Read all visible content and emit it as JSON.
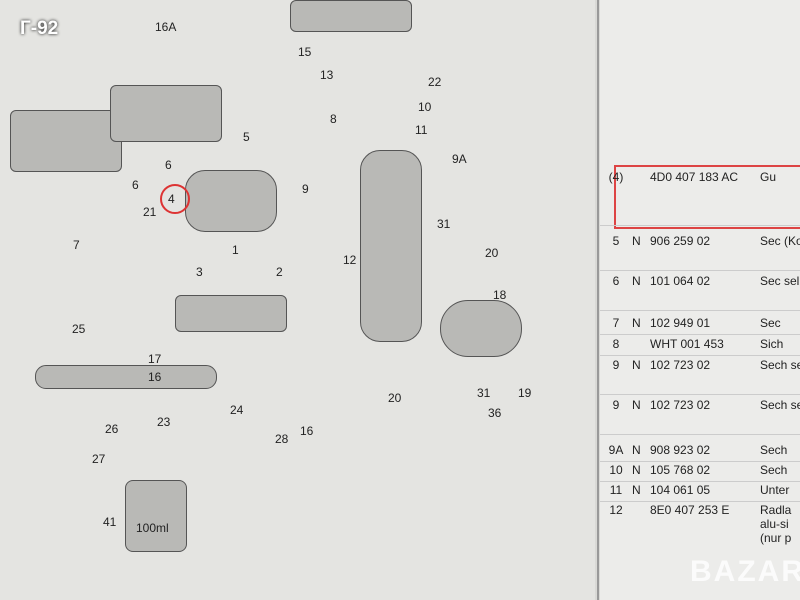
{
  "overlay_tag": "Г-92",
  "diagram": {
    "labels": [
      "16A",
      "15",
      "13",
      "22",
      "10",
      "8",
      "11",
      "9A",
      "5",
      "6",
      "6",
      "4",
      "21",
      "7",
      "1",
      "9",
      "31",
      "20",
      "12",
      "18",
      "3",
      "2",
      "25",
      "17",
      "16",
      "23",
      "24",
      "26",
      "28",
      "16",
      "27",
      "31",
      "19",
      "36",
      "20",
      "41"
    ],
    "bottle_label": "100ml"
  },
  "table": {
    "rows": [
      {
        "pos": "(4)",
        "n": "",
        "part": "4D0 407 183 AC",
        "desc": "Gu"
      },
      {
        "pos": "5",
        "n": "N",
        "part": "906 259 02",
        "desc": "Sec (Ko"
      },
      {
        "pos": "6",
        "n": "N",
        "part": "101 064 02",
        "desc": "Sec selb"
      },
      {
        "pos": "7",
        "n": "N",
        "part": "102 949 01",
        "desc": "Sec"
      },
      {
        "pos": "8",
        "n": "",
        "part": "WHT 001 453",
        "desc": "Sich"
      },
      {
        "pos": "9",
        "n": "N",
        "part": "102 723 02",
        "desc": "Sech selb"
      },
      {
        "pos": "9",
        "n": "N",
        "part": "102 723 02",
        "desc": "Sech selbs"
      },
      {
        "pos": "9A",
        "n": "N",
        "part": "908 923 02",
        "desc": "Sech"
      },
      {
        "pos": "10",
        "n": "N",
        "part": "105 768 02",
        "desc": "Sech"
      },
      {
        "pos": "11",
        "n": "N",
        "part": "104 061 05",
        "desc": "Unter"
      },
      {
        "pos": "12",
        "n": "",
        "part": "8E0 407 253 E",
        "desc": "Radla alu-si (nur p"
      }
    ]
  },
  "watermark": "BAZAR"
}
